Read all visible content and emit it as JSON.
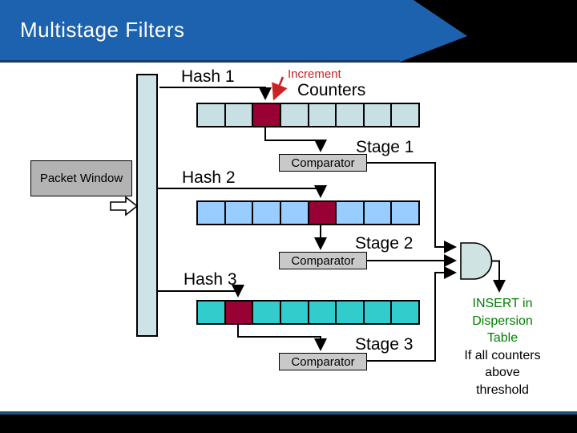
{
  "header": {
    "title": "Multistage Filters"
  },
  "labels": {
    "hash1": "Hash 1",
    "hash2": "Hash 2",
    "hash3": "Hash 3",
    "increment": "Increment",
    "counters": "Counters",
    "stage1": "Stage 1",
    "stage2": "Stage 2",
    "stage3": "Stage 3",
    "packet_window": "Packet Window",
    "comparator": "Comparator"
  },
  "rows": {
    "stage1": {
      "cells": 8,
      "red_index": 2,
      "color": "#c8dfe3",
      "red_color": "#990033"
    },
    "stage2": {
      "cells": 8,
      "red_index": 4,
      "color": "#99ccff",
      "red_color": "#990033"
    },
    "stage3": {
      "cells": 8,
      "red_index": 1,
      "color": "#33cccc",
      "red_color": "#990033"
    }
  },
  "note": {
    "green": [
      "INSERT in",
      "Dispersion",
      "Table"
    ],
    "black": [
      "If all counters",
      "above",
      "threshold"
    ]
  },
  "colors": {
    "header_blue": "#1c62ae",
    "header_black": "#000000",
    "footer_navy": "#1f4e79",
    "pale_cell": "#c8dfe3",
    "blue_cell": "#99ccff",
    "teal_cell": "#33cccc",
    "hit_cell": "#990033",
    "comparator_gray": "#c9c9c9",
    "packet_window_gray": "#b3b3b3",
    "increment_red": "#cc2222",
    "note_green": "#008000",
    "and_gate_fill": "#cfe4e2"
  }
}
